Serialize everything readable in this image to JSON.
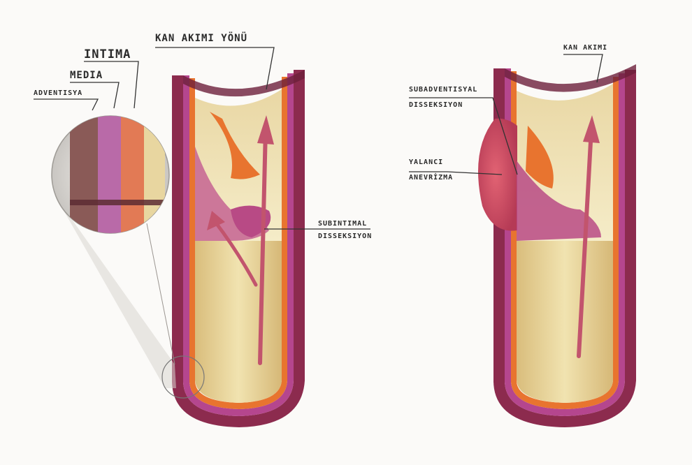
{
  "labels": {
    "intima": "INTIMA",
    "media": "MEDIA",
    "adventisya": "ADVENTISYA",
    "kan_akimi_yonu": "KAN AKIMI YÖNÜ",
    "subintimal_1": "SUBINTIMAL",
    "subintimal_2": "DISSEKSIYON",
    "kan_akimi_right": "KAN AKIMI",
    "subadventisyal_1": "SUBADVENTISYAL",
    "subadventisyal_2": "DISSEKSIYON",
    "yalanci_1": "YALANCI",
    "yalanci_2": "ANEVRİZMA"
  },
  "colors": {
    "adventitia": "#8c2b4e",
    "media": "#b5468e",
    "intima": "#e8742f",
    "lumen": "#ead9a2",
    "lumen_shadow": "#c9a96a",
    "hematoma": "#c86a95",
    "false_aneurysm": "#d04a5e",
    "arrow": "#c2546d"
  }
}
